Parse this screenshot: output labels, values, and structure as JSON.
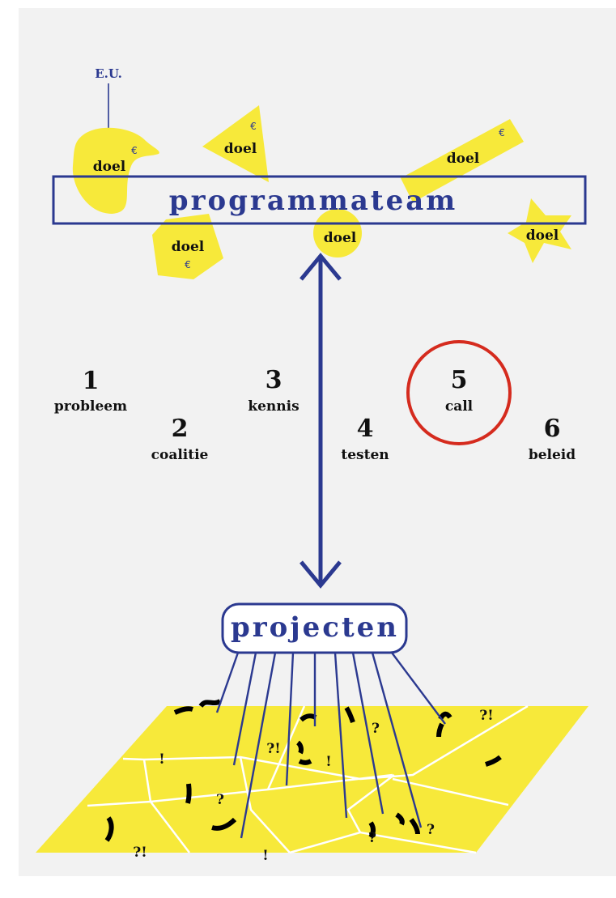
{
  "source_label": "E.U.",
  "team_label": "programmateam",
  "projects_label": "projecten",
  "goal_label": "doel",
  "currency_symbol": "€",
  "steps": [
    {
      "number": "1",
      "label": "probleem"
    },
    {
      "number": "2",
      "label": "coalitie"
    },
    {
      "number": "3",
      "label": "kennis"
    },
    {
      "number": "4",
      "label": "testen"
    },
    {
      "number": "5",
      "label": "call",
      "highlighted": true
    },
    {
      "number": "6",
      "label": "beleid"
    }
  ],
  "field_marks": [
    "!",
    "?",
    "?!",
    "!",
    "?",
    "?!",
    "?",
    "!",
    "?",
    "?!"
  ],
  "colors": {
    "background": "#f2f2f2",
    "accent": "#2b3990",
    "goal_fill": "#f7e93a",
    "highlight": "#d52b1e",
    "text": "#111111"
  }
}
